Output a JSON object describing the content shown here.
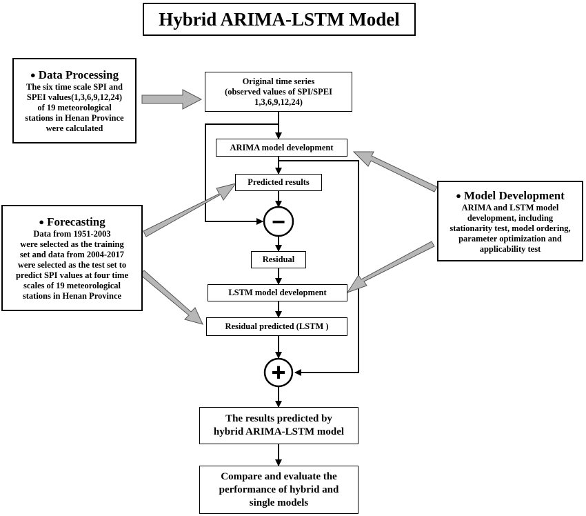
{
  "title": "Hybrid ARIMA-LSTM Model",
  "data_processing": {
    "heading": "Data Processing",
    "lines": [
      "The six time scale SPI and",
      "SPEI values(1,3,6,9,12,24)",
      "of 19 meteorological",
      "stations in Henan Province",
      "were calculated"
    ]
  },
  "forecasting": {
    "heading": "Forecasting",
    "lines": [
      "Data from 1951-2003",
      "were selected as the training",
      "set and data from 2004-2017",
      "were selected as the test set to",
      "predict SPI values at four time",
      "scales of 19 meteorological",
      "stations in Henan Province"
    ]
  },
  "model_development": {
    "heading": "Model Development",
    "lines": [
      "ARIMA and LSTM model",
      "development, including",
      "stationarity test, model ordering,",
      "parameter optimization and",
      "applicability test"
    ]
  },
  "flow": {
    "original": [
      "Original time series",
      "(observed values of SPI/SPEI",
      "1,3,6,9,12,24)"
    ],
    "arima": "ARIMA model development",
    "predicted": "Predicted results",
    "minus": "−",
    "residual": "Residual",
    "lstm": "LSTM model development",
    "residual_predicted": "Residual predicted (LSTM )",
    "plus": "+",
    "hybrid": [
      "The results predicted by",
      "hybrid ARIMA-LSTM model"
    ],
    "compare": [
      "Compare and evaluate the",
      "performance of hybrid and",
      "single models"
    ]
  }
}
